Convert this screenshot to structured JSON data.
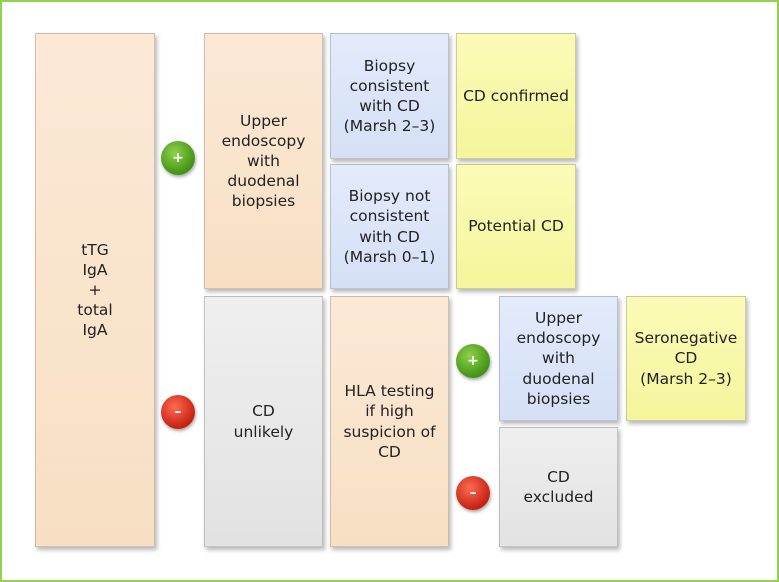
{
  "diagram": {
    "start": "tTG\nIgA\n+\ntotal\nIgA",
    "positive_sign": "+",
    "negative_sign": "–",
    "pos_branch": {
      "step": "Upper\nendoscopy\nwith\nduodenal\nbiopsies",
      "results": [
        {
          "finding": "Biopsy\nconsistent\nwith CD\n(Marsh 2–3)",
          "outcome": "CD confirmed"
        },
        {
          "finding": "Biopsy not\nconsistent\nwith CD\n(Marsh 0–1)",
          "outcome": "Potential CD"
        }
      ]
    },
    "neg_branch": {
      "step": "CD\nunlikely",
      "hla": "HLA testing\nif high\nsuspicion of\nCD",
      "hla_pos_step": "Upper\nendoscopy\nwith duodenal\nbiopsies",
      "hla_pos_outcome": "Seronegative\nCD\n(Marsh 2–3)",
      "hla_neg_outcome": "CD\nexcluded"
    }
  },
  "colors": {
    "frame": "#93d150",
    "peach": "#f8dfc3",
    "blue": "#d5e0f6",
    "yellow": "#f5f59c",
    "grey": "#e2e2e2",
    "positive": "#4a9e1a",
    "negative": "#d42a14"
  }
}
